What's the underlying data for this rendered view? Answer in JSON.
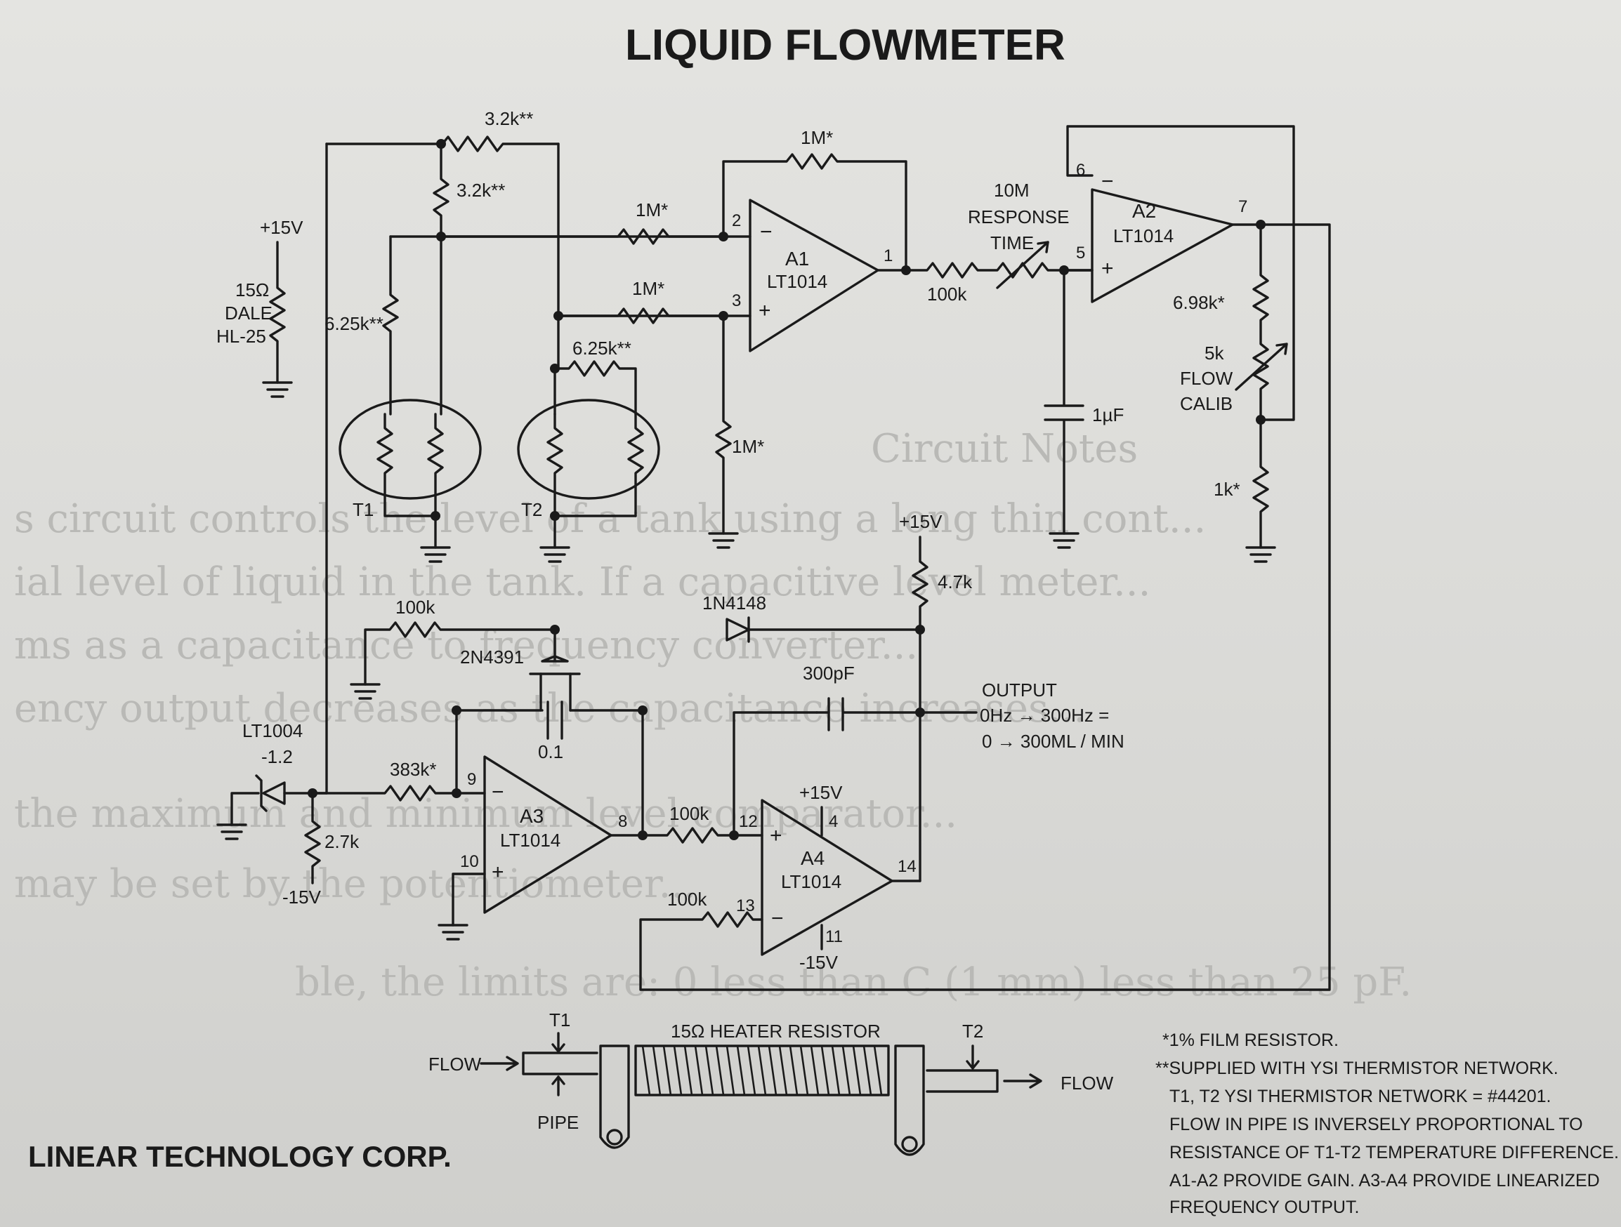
{
  "title": "LIQUID FLOWMETER",
  "company": "LINEAR TECHNOLOGY CORP.",
  "components": {
    "r_top_bridge": "3.2k**",
    "r_bridge_left": "3.2k**",
    "r_bridge_625_left": "6.25k**",
    "r_bridge_625_right": "6.25k**",
    "r_a1_in2": "1M*",
    "r_a1_in3": "1M*",
    "r_a1_fb": "1M*",
    "r_a1_gnd": "1M*",
    "r_a1_out": "100k",
    "pot_response_label": "10M",
    "pot_response_sub1": "RESPONSE",
    "pot_response_sub2": "TIME",
    "cap_1uf": "1µF",
    "r_a2_698": "6.98k*",
    "pot_flow_value": "5k",
    "pot_flow_sub1": "FLOW",
    "pot_flow_sub2": "CALIB",
    "r_a2_1k": "1k*",
    "supply_pos": "+15V",
    "heater_r": "15Ω",
    "heater_make": "DALE",
    "heater_model": "HL-25",
    "t1": "T1",
    "t2": "T2",
    "r_47k": "4.7k",
    "supply_47": "+15V",
    "r_jfet_gate": "100k",
    "diode": "1N4148",
    "jfet": "2N4391",
    "cap_01": "0.1",
    "cap_300pf": "300pF",
    "ref": "LT1004",
    "ref_v": "-1.2",
    "r_383k": "383k*",
    "r_27k": "2.7k",
    "supply_neg": "-15V",
    "r_a3_out": "100k",
    "r_a4_in13": "100k",
    "a4_pos": "+15V",
    "a4_neg": "-15V"
  },
  "opamps": {
    "a1": {
      "name": "A1",
      "part": "LT1014",
      "pin_inv": "2",
      "pin_non": "3",
      "pin_out": "1"
    },
    "a2": {
      "name": "A2",
      "part": "LT1014",
      "pin_inv": "6",
      "pin_non": "5",
      "pin_out": "7"
    },
    "a3": {
      "name": "A3",
      "part": "LT1014",
      "pin_inv": "9",
      "pin_non": "10",
      "pin_out": "8"
    },
    "a4": {
      "name": "A4",
      "part": "LT1014",
      "pin_inv": "13",
      "pin_non": "12",
      "pin_out": "14",
      "pin_vp": "4",
      "pin_vn": "11"
    }
  },
  "output": {
    "label": "OUTPUT",
    "line1": "0Hz → 300Hz =",
    "line2": "0 → 300ML / MIN"
  },
  "pipe": {
    "flow_in": "FLOW",
    "flow_out": "FLOW",
    "heater_label": "15Ω HEATER RESISTOR",
    "t1": "T1",
    "t2": "T2",
    "pipe_label": "PIPE"
  },
  "notes": [
    "*1% FILM RESISTOR.",
    "**SUPPLIED WITH YSI THERMISTOR NETWORK.",
    "T1, T2 YSI THERMISTOR NETWORK = #44201.",
    "FLOW IN PIPE IS INVERSELY PROPORTIONAL TO",
    "RESISTANCE OF T1-T2 TEMPERATURE DIFFERENCE.",
    "A1-A2 PROVIDE GAIN. A3-A4 PROVIDE LINEARIZED",
    "FREQUENCY OUTPUT."
  ],
  "bleed_through": {
    "line1": "Circuit Notes",
    "line2": "s circuit controls the level of a tank using a long thin cont...",
    "line3": "ial level of liquid in the tank. If a capacitive level meter...",
    "line4": "ms as a capacitance to frequency converter...",
    "line5": "ency output decreases as the capacitance increases...",
    "line6": "the maximum and minimum level comparator...",
    "line7": "may be set by the potentiometer...",
    "line8": "ble, the limits are: 0 less than C (1 mm) less than 25 pF."
  },
  "colors": {
    "ink": "#1a1a1a",
    "paper": "#dcdcd9",
    "ghost": "#b9b9b6"
  }
}
